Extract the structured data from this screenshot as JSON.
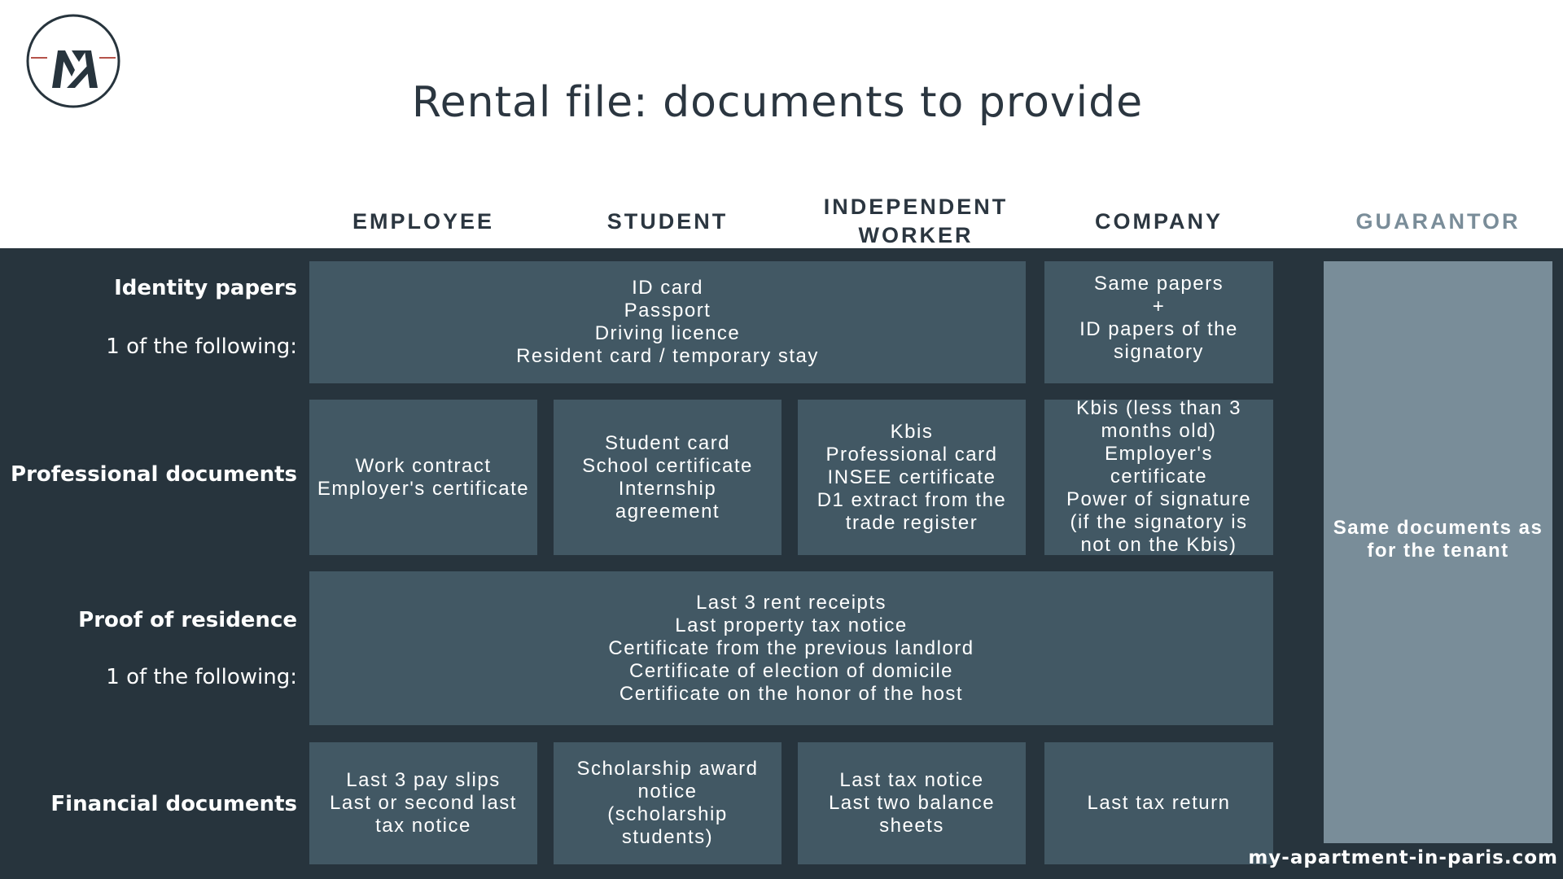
{
  "logo": {
    "monogram": "MA",
    "icon": "ma-monogram-logo-icon",
    "accent_color": "#b5524a",
    "color": "#27343d"
  },
  "title": "Rental file: documents to provide",
  "columns": [
    {
      "key": "employee",
      "label": "EMPLOYEE"
    },
    {
      "key": "student",
      "label": "STUDENT"
    },
    {
      "key": "independent",
      "label_line1": "INDEPENDENT",
      "label_line2": "WORKER"
    },
    {
      "key": "company",
      "label": "COMPANY"
    },
    {
      "key": "guarantor",
      "label": "GUARANTOR"
    }
  ],
  "rows": {
    "identity": {
      "title": "Identity papers",
      "subtitle": "1 of the following:",
      "shared": [
        "ID card",
        "Passport",
        "Driving licence",
        "Resident card / temporary stay"
      ],
      "company": [
        "Same papers",
        "+",
        "ID papers of the",
        "signatory"
      ]
    },
    "professional": {
      "title": "Professional documents",
      "employee": [
        "Work contract",
        "Employer's certificate"
      ],
      "student": [
        "Student card",
        "School certificate",
        "Internship",
        "agreement"
      ],
      "independent": [
        "Kbis",
        "Professional card",
        "INSEE certificate",
        "D1 extract from the",
        "trade register"
      ],
      "company": [
        "Kbis (less than 3",
        "months old)",
        "Employer's",
        "certificate",
        "Power of signature",
        "(if the signatory is",
        "not on the Kbis)"
      ]
    },
    "residence": {
      "title": "Proof of residence",
      "subtitle": "1 of the following:",
      "shared": [
        "Last 3 rent receipts",
        "Last property tax notice",
        "Certificate from the previous landlord",
        "Certificate of election of domicile",
        "Certificate on the honor of the host"
      ]
    },
    "financial": {
      "title": "Financial documents",
      "employee": [
        "Last 3 pay slips",
        "Last or second last",
        "tax notice"
      ],
      "student": [
        "Scholarship award",
        "notice",
        "(scholarship",
        "students)"
      ],
      "independent": [
        "Last tax notice",
        "Last two balance",
        "sheets"
      ],
      "company": [
        "Last tax return"
      ]
    }
  },
  "guarantor": {
    "text_line1": "Same documents as",
    "text_line2": "for the tenant"
  },
  "footer": "my-apartment-in-paris.com",
  "colors": {
    "background": "#ffffff",
    "band": "#27343d",
    "box": "#425864",
    "guarantor_box": "#798d99",
    "heading_text": "#2b3640",
    "guarantor_heading": "#7a8d99"
  }
}
